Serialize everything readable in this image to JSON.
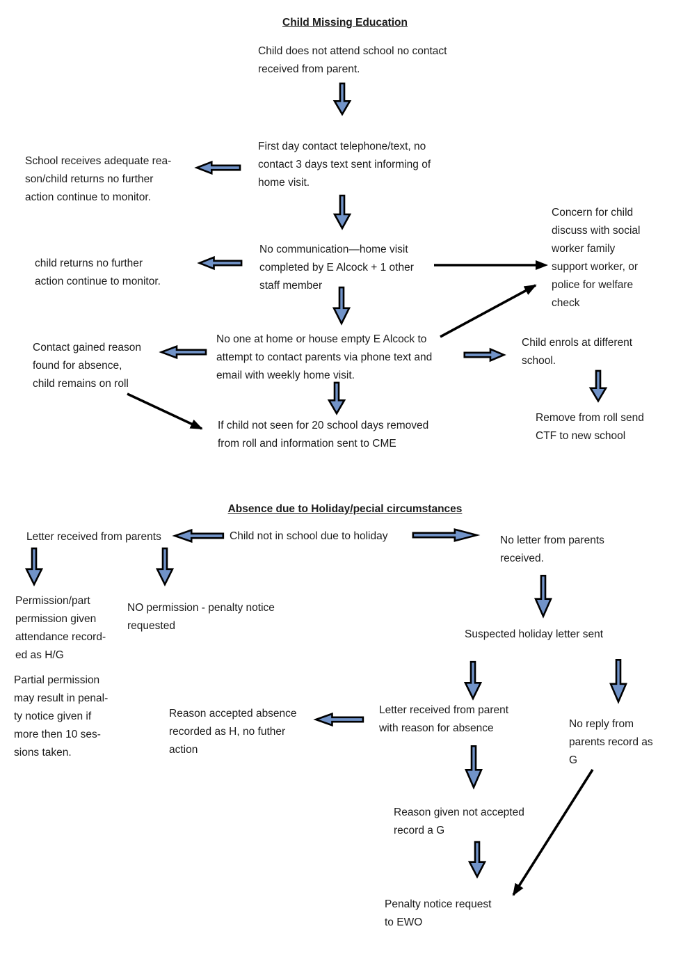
{
  "colors": {
    "arrow_fill": "#7193c8",
    "arrow_stroke": "#000000",
    "text": "#1b1b1b",
    "page_background": "#ffffff"
  },
  "cme": {
    "title": "Child Missing Education",
    "no_attend": "Child does not attend school no contact\nreceived from parent.",
    "first_day": "First day contact telephone/text, no\ncontact 3 days  text sent informing of\nhome visit.",
    "adequate_reason": "School receives adequate rea-\nson/child returns no further\naction continue to monitor.",
    "no_communication": "No communication—home visit\ncompleted by E Alcock + 1 other\nstaff member",
    "child_returns": "child returns no further\naction continue to monitor.",
    "concern": "Concern for child\ndiscuss with social\nworker family\nsupport worker, or\npolice for welfare\ncheck",
    "no_one_home": "No one at home or house empty E Alcock to\nattempt to contact parents via phone text and\nemail with weekly home visit.",
    "contact_gained": "Contact gained reason\nfound for absence,\nchild remains on roll",
    "enrols": "Child enrols at different\nschool.",
    "remove_roll": "Remove from roll send\nCTF to new school",
    "not_seen_20": "If child not seen for 20 school days removed\nfrom roll and information sent to CME"
  },
  "holiday": {
    "title": "Absence due to Holiday/pecial circumstances",
    "not_in_school": "Child not in school due to holiday",
    "letter_received": "Letter received from parents",
    "no_letter": "No letter from parents\nreceived.",
    "permission": "Permission/part\npermission given\nattendance record-\ned as H/G",
    "no_permission": "NO permission  - penalty notice\nrequested",
    "partial": "Partial permission\nmay result in penal-\nty notice given if\nmore then 10 ses-\nsions taken.",
    "suspected": "Suspected holiday letter sent",
    "letter_reason": "Letter received from parent\nwith reason for absence",
    "reason_accepted": "Reason accepted absence\nrecorded as H, no futher\naction",
    "no_reply": "No reply from\nparents record as\nG",
    "reason_not_accepted": "Reason given not accepted\nrecord a G",
    "penalty": "Penalty notice request\nto EWO"
  }
}
